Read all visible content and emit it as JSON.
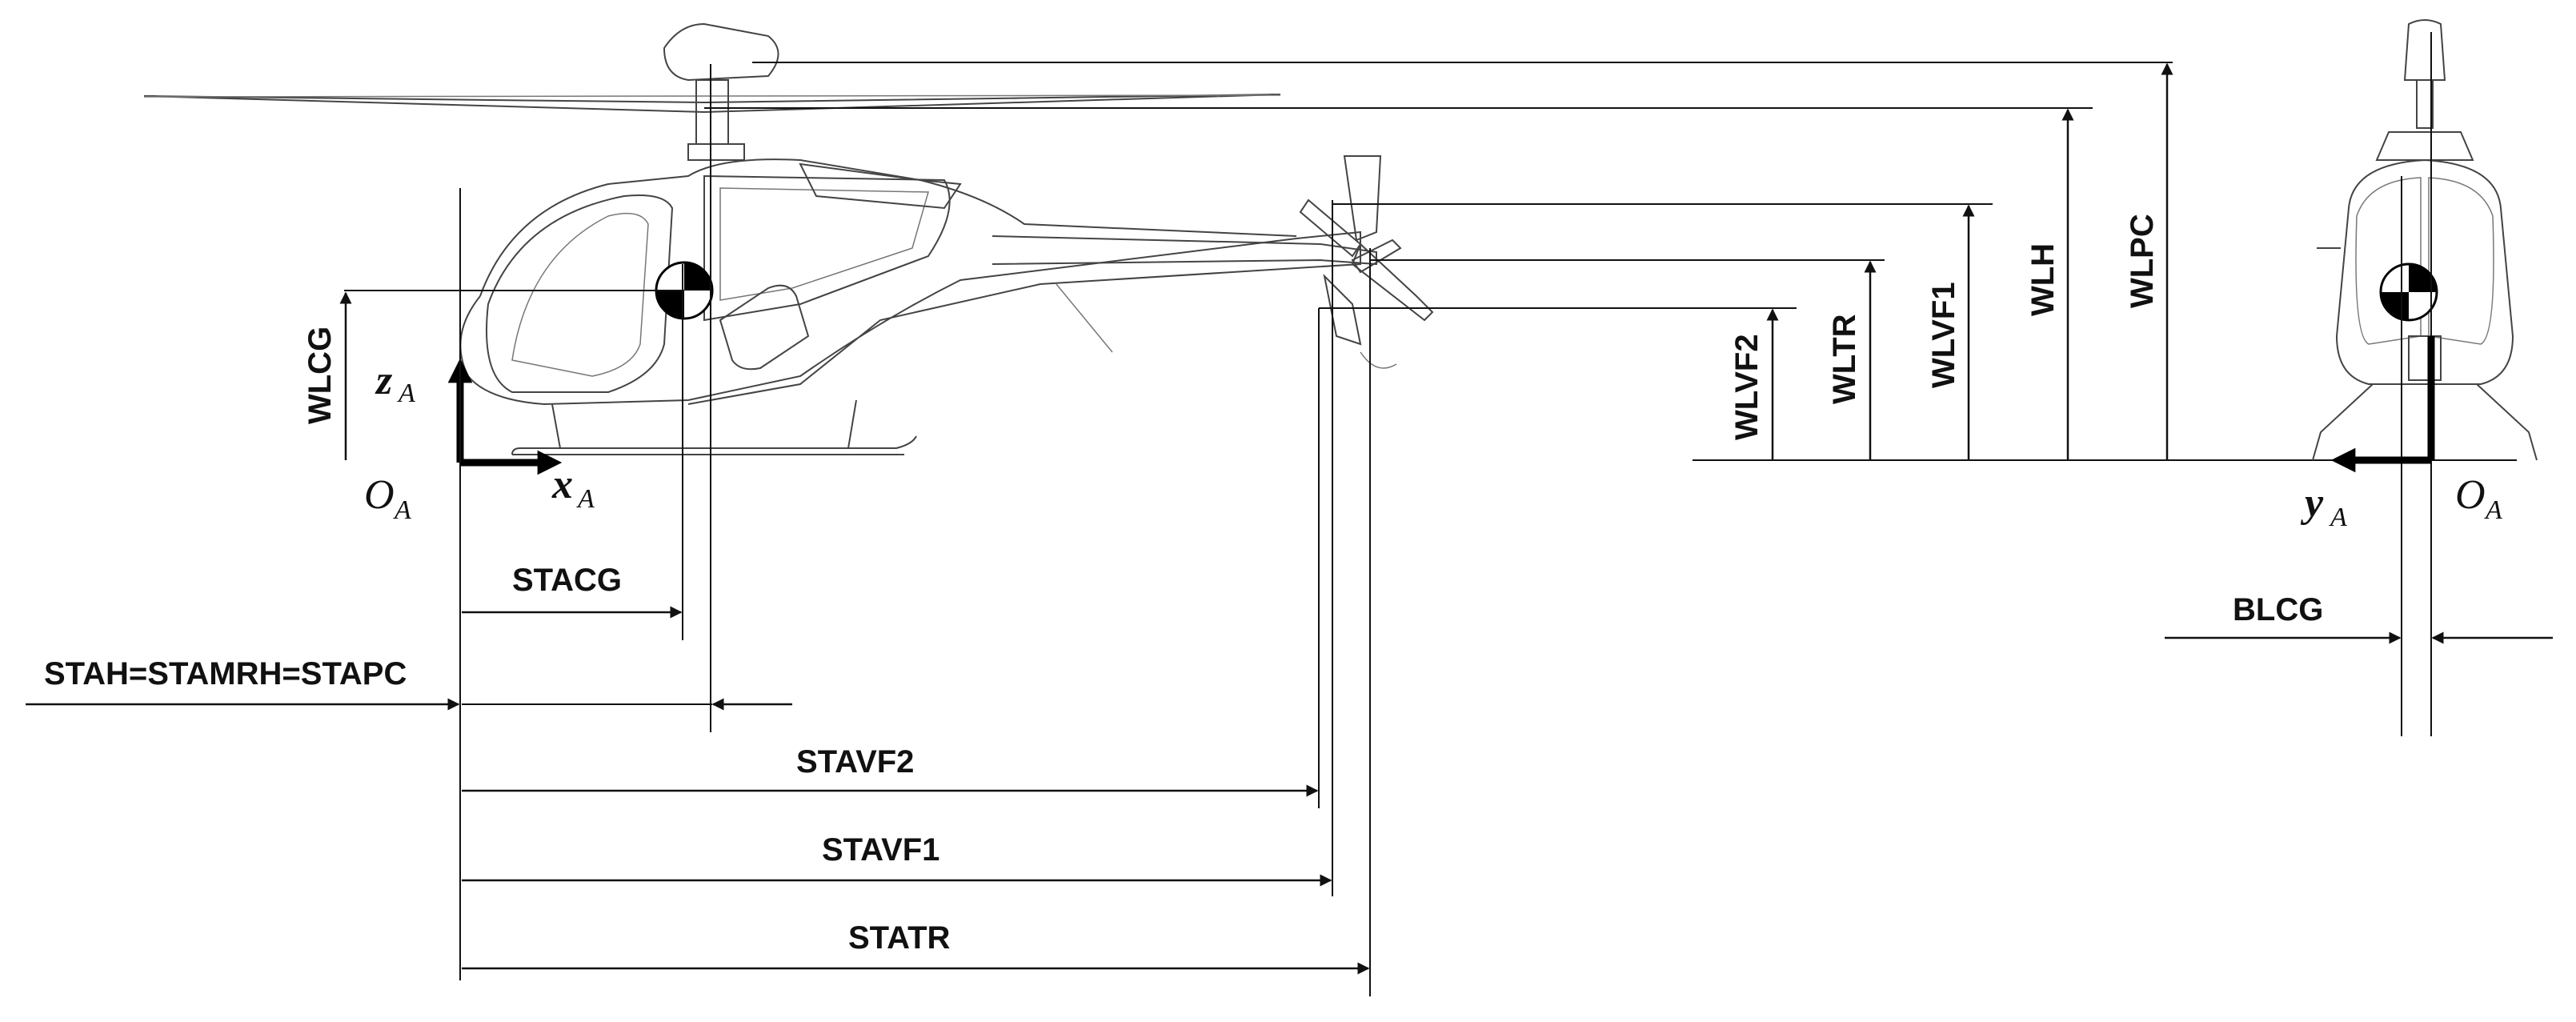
{
  "side_view": {
    "axes": {
      "z": "z",
      "x": "x",
      "origin": "O",
      "subscript": "A"
    },
    "heights": [
      "WLCG",
      "WLVF2",
      "WLTR",
      "WLVF1",
      "WLH",
      "WLPC"
    ],
    "stations": [
      "STACG",
      "STAH=STAMRH=STAPC",
      "STAVF2",
      "STAVF1",
      "STATR"
    ]
  },
  "front_view": {
    "axes": {
      "y": "y",
      "origin": "O",
      "subscript": "A"
    },
    "lateral": "BLCG"
  },
  "colors": {
    "ink": "#111111",
    "structure": "#444444"
  },
  "icons": [
    "helicopter-side-icon",
    "helicopter-front-icon",
    "cg-marker-icon"
  ]
}
